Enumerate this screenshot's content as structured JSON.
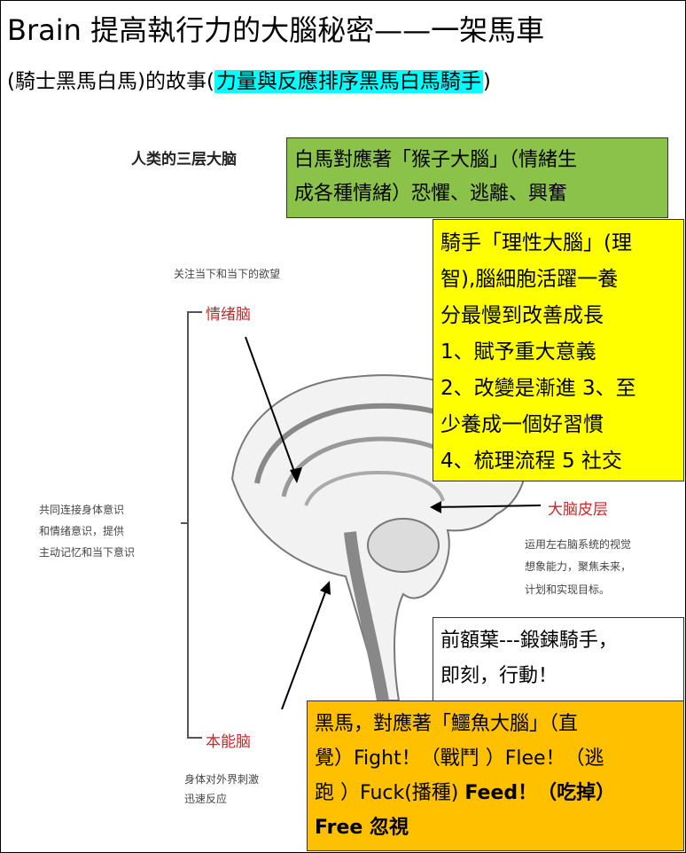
{
  "title": "Brain 提高執行力的大腦秘密——一架馬車",
  "subtitle": {
    "part1": "(騎士黑馬白馬)的故事(",
    "highlight": "力量與反應排序黑馬白馬騎手",
    "part2": ")"
  },
  "figure": {
    "heading": "人类的三层大脑",
    "focus_note": "关注当下和当下的欲望",
    "emotion_brain": "情绪脑",
    "left_note": [
      "共同连接身体意识",
      "和情绪意识，提供",
      "主动记忆和当下意识"
    ],
    "cortex": "大脑皮层",
    "cortex_note": [
      "运用左右脑系统的视觉",
      "想象能力，聚焦未来，",
      "计划和实现目标。"
    ],
    "instinct_brain": "本能脑",
    "instinct_note": [
      "身体对外界刺激",
      "迅速反应"
    ]
  },
  "green_box": {
    "lines": [
      "白馬對應著「猴子大腦」（情緒生",
      "成各種情緒）恐懼、逃離、興奮"
    ]
  },
  "yellow_box": {
    "lines": [
      "騎手「理性大腦」(理",
      "智),腦細胞活躍一養",
      "分最慢到改善成長",
      "1、賦予重大意義",
      "2、改變是漸進 3、至",
      "少養成一個好習慣",
      "4、梳理流程 5 社交"
    ]
  },
  "white_box": {
    "lines": [
      "前額葉---鍛鍊騎手，",
      "即刻，行動！"
    ]
  },
  "orange_box": {
    "line1": "黑馬，對應著「鱷魚大腦」（直",
    "line2": "覺）Fight！（戰鬥 ）Flee！（逃",
    "line3_normal": "跑 ）Fuck(播種) ",
    "line3_bold": "Feed！（吃掉）",
    "line4_bold": "Free 忽視"
  }
}
